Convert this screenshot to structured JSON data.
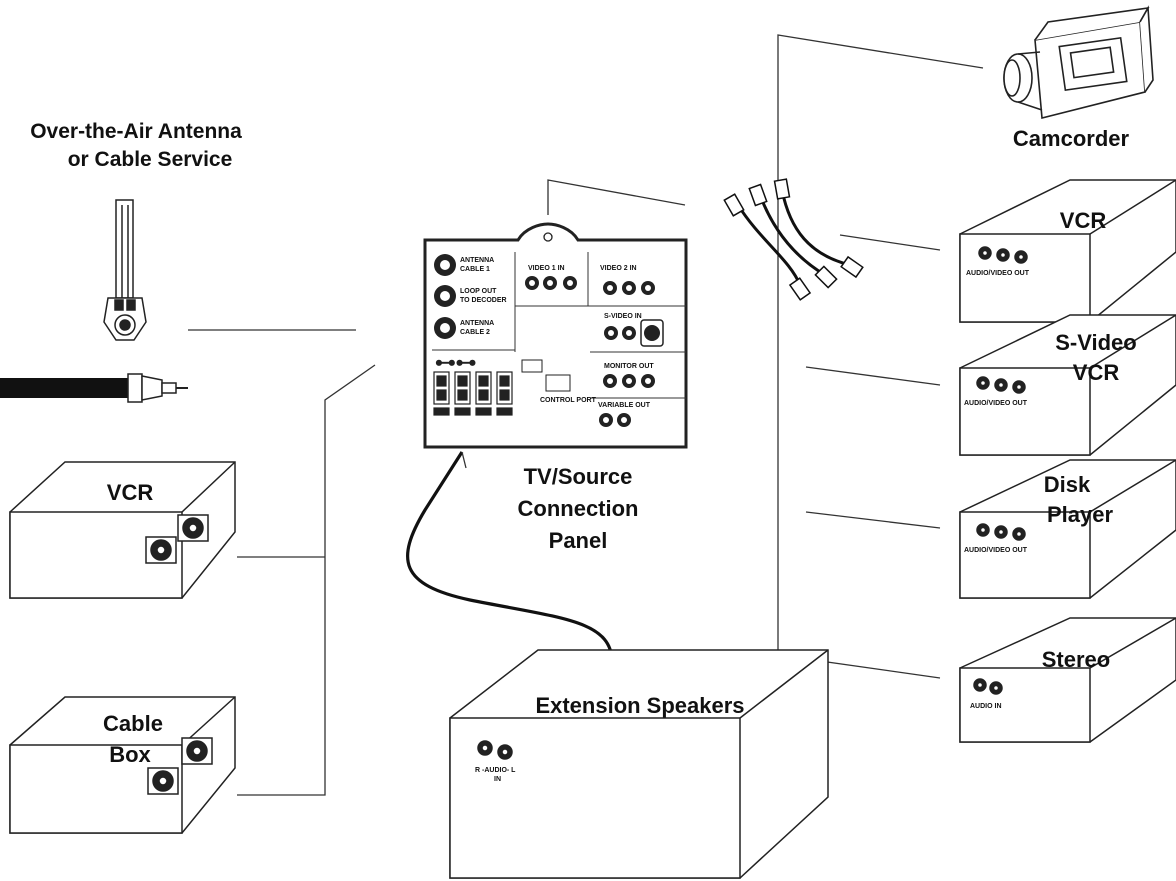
{
  "source": {
    "title_line1": "Over-the-Air Antenna",
    "title_line2": "or Cable Service"
  },
  "left_devices": {
    "vcr": "VCR",
    "cable_box_line1": "Cable",
    "cable_box_line2": "Box"
  },
  "panel": {
    "caption_line1": "TV/Source",
    "caption_line2": "Connection",
    "caption_line3": "Panel",
    "antenna1_line1": "ANTENNA",
    "antenna1_line2": "CABLE 1",
    "loop_line1": "LOOP OUT",
    "loop_line2": "TO DECODER",
    "antenna2_line1": "ANTENNA",
    "antenna2_line2": "CABLE 2",
    "video1": "VIDEO 1 IN",
    "video2": "VIDEO 2 IN",
    "svideo": "S-VIDEO IN",
    "monitor_out": "MONITOR OUT",
    "variable_out": "VARIABLE OUT",
    "control": "CONTROL PORT"
  },
  "speakers": {
    "title": "Extension Speakers",
    "jack_label_line1": "R -AUDIO- L",
    "jack_label_line2": "IN"
  },
  "right_devices": {
    "camcorder": "Camcorder",
    "vcr": "VCR",
    "svideo_vcr_line1": "S-Video",
    "svideo_vcr_line2": "VCR",
    "disk_player_line1": "Disk",
    "disk_player_line2": "Player",
    "stereo": "Stereo",
    "av_out": "AUDIO/VIDEO OUT",
    "audio_in": "AUDIO IN"
  }
}
